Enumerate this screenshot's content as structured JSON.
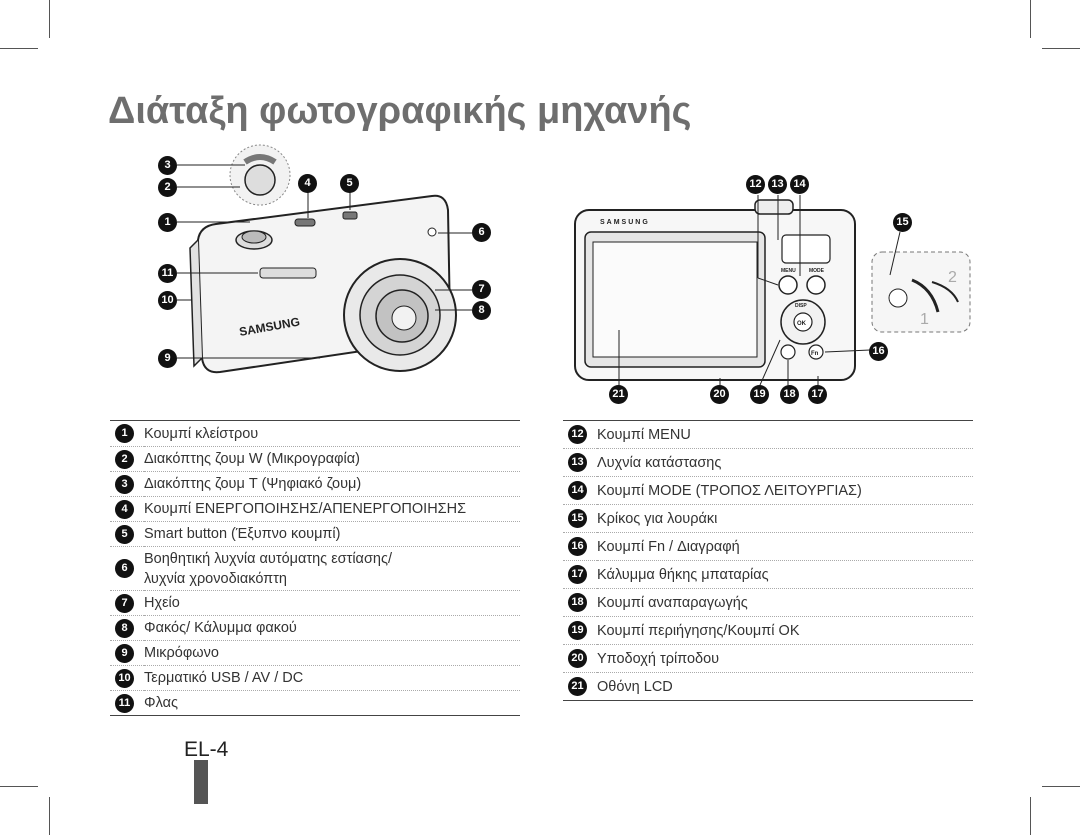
{
  "page": {
    "title": "Διάταξη φωτογραφικής μηχανής",
    "page_number": "EL-4"
  },
  "front_figure": {
    "brand": "SAMSUNG",
    "callouts": [
      "3",
      "2",
      "1",
      "11",
      "10",
      "9",
      "4",
      "5",
      "6",
      "7",
      "8"
    ]
  },
  "back_figure": {
    "brand": "SAMSUNG",
    "buttons": {
      "menu": "MENU",
      "mode": "MODE",
      "disp": "DISP",
      "ok": "OK",
      "fn": "Fn"
    },
    "strap_steps": [
      "1",
      "2"
    ],
    "callouts": [
      "12",
      "13",
      "14",
      "15",
      "16",
      "21",
      "20",
      "19",
      "18",
      "17"
    ]
  },
  "legend_left": [
    {
      "num": "1",
      "text": "Κουμπί κλείστρου"
    },
    {
      "num": "2",
      "text": "Διακόπτης ζουμ W (Μικρογραφία)"
    },
    {
      "num": "3",
      "text": "Διακόπτης ζουμ T (Ψηφιακό ζουμ)"
    },
    {
      "num": "4",
      "text": "Κουμπί ΕΝΕΡΓΟΠΟΙΗΣΗΣ/ΑΠΕΝΕΡΓΟΠΟΙΗΣΗΣ"
    },
    {
      "num": "5",
      "text": "Smart button (Έξυπνο κουμπί)"
    },
    {
      "num": "6",
      "text": "Βοηθητική λυχνία αυτόματης εστίασης/",
      "text2": "λυχνία χρονοδιακόπτη"
    },
    {
      "num": "7",
      "text": "Ηχείο"
    },
    {
      "num": "8",
      "text": "Φακός/ Κάλυμμα φακού"
    },
    {
      "num": "9",
      "text": "Μικρόφωνο"
    },
    {
      "num": "10",
      "text": "Τερματικό USB / AV / DC"
    },
    {
      "num": "11",
      "text": "Φλας"
    }
  ],
  "legend_right": [
    {
      "num": "12",
      "text": "Κουμπί MENU"
    },
    {
      "num": "13",
      "text": "Λυχνία κατάστασης"
    },
    {
      "num": "14",
      "text": "Κουμπί MODE (ΤΡΟΠΟΣ ΛΕΙΤΟΥΡΓΙΑΣ)"
    },
    {
      "num": "15",
      "text": "Κρίκος για λουράκι"
    },
    {
      "num": "16",
      "text": "Κουμπί Fn / Διαγραφή"
    },
    {
      "num": "17",
      "text": "Κάλυμμα θήκης μπαταρίας"
    },
    {
      "num": "18",
      "text": "Κουμπί αναπαραγωγής"
    },
    {
      "num": "19",
      "text": "Κουμπί περιήγησης/Κουμπί OK"
    },
    {
      "num": "20",
      "text": "Υποδοχή τρίποδου"
    },
    {
      "num": "21",
      "text": "Οθόνη LCD"
    }
  ]
}
